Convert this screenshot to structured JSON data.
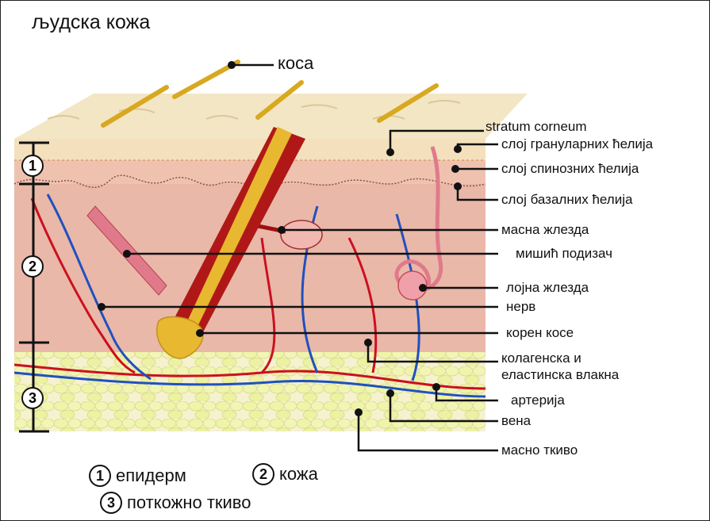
{
  "title": "људска кожа",
  "labels": {
    "hair": "коса",
    "stratum_corneum": "stratum corneum",
    "granular": "слој грануларних ћелија",
    "spinous": "слој спинозних ћелија",
    "basal": "слој базалних ћелија",
    "oil_gland": "масна жлезда",
    "arrector": "мишић подизач",
    "sweat_gland": "лојна жлезда",
    "nerve": "нерв",
    "hair_root": "корен косе",
    "collagen_line1": "колагенска и",
    "collagen_line2": "еластинска влакна",
    "artery": "артерија",
    "vein": "вена",
    "fat": "масно ткиво"
  },
  "layer_markers": [
    "1",
    "2",
    "3"
  ],
  "legend": [
    {
      "num": "1",
      "text": "епидерм"
    },
    {
      "num": "2",
      "text": "кожа"
    },
    {
      "num": "3",
      "text": "поткожно ткиво"
    }
  ],
  "colors": {
    "epidermis": "#f3e6c4",
    "dermis": "#e9b8a8",
    "fat": "#eef2b8",
    "artery": "#cc1020",
    "vein": "#2050c0",
    "hair": "#d8a820"
  }
}
